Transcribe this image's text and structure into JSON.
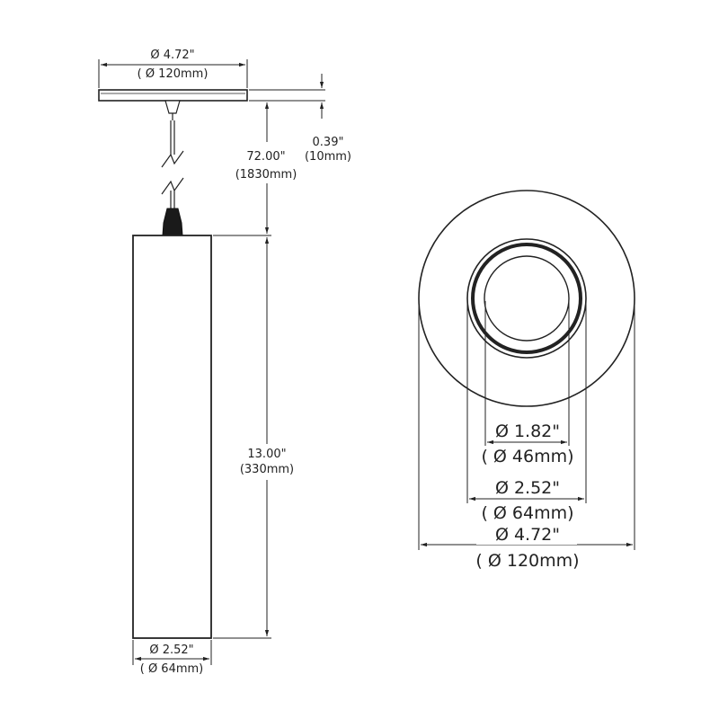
{
  "side_view": {
    "canopy_diameter": "Ø 4.72\"",
    "canopy_diameter_mm": "( Ø 120mm)",
    "canopy_height": "0.39\"",
    "canopy_height_mm": "(10mm)",
    "cord_length": "72.00\"",
    "cord_length_mm": "(1830mm)",
    "body_height": "13.00\"",
    "body_height_mm": "(330mm)",
    "body_diameter": "Ø 2.52\"",
    "body_diameter_mm": "( Ø 64mm)"
  },
  "bottom_view": {
    "aperture_diameter": "Ø 1.82\"",
    "aperture_diameter_mm": "( Ø 46mm)",
    "body_diameter": "Ø 2.52\"",
    "body_diameter_mm": "( Ø 64mm)",
    "canopy_diameter": "Ø 4.72\"",
    "canopy_diameter_mm": "( Ø 120mm)"
  }
}
